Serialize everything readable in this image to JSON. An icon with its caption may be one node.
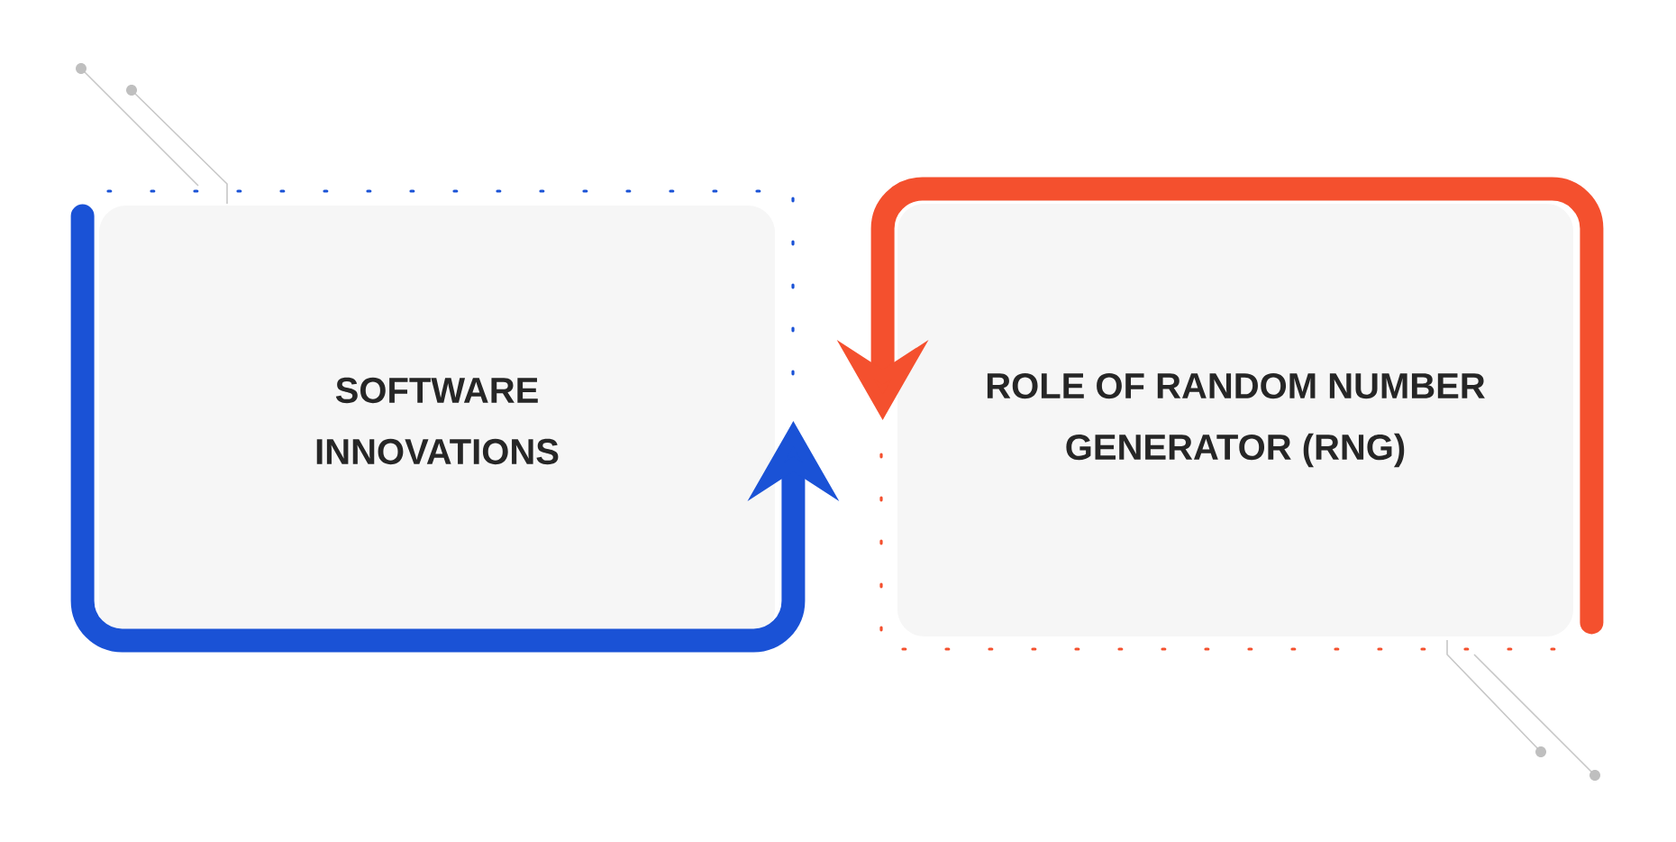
{
  "diagram": {
    "nodes": [
      {
        "text": [
          "SOFTWARE INNOVATIONS"
        ]
      },
      {
        "text": [
          "ROLE OF RANDOM NUMBER GENERATOR (RNG)"
        ]
      }
    ],
    "edges": [
      {
        "from": 0,
        "to": 0,
        "arrow": "to",
        "color": "#1a52d6"
      },
      {
        "from": 1,
        "to": 1,
        "arrow": "to",
        "color": "#f4502e"
      }
    ]
  }
}
